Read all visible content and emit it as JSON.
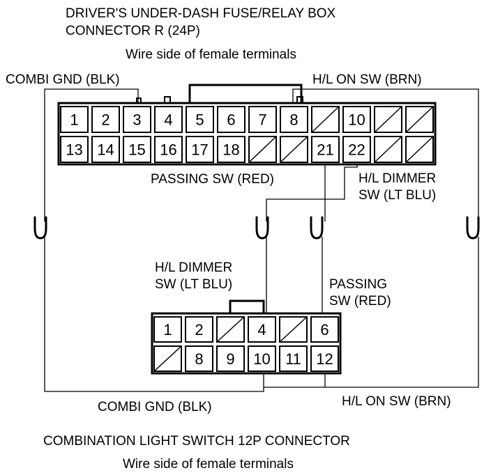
{
  "top_connector": {
    "title_line1": "DRIVER'S UNDER-DASH FUSE/RELAY BOX",
    "title_line2": "CONNECTOR R (24P)",
    "subtitle": "Wire side of female terminals",
    "row1": [
      "1",
      "2",
      "3",
      "4",
      "5",
      "6",
      "7",
      "8",
      "",
      "10",
      "",
      ""
    ],
    "row2": [
      "13",
      "14",
      "15",
      "16",
      "17",
      "18",
      "",
      "",
      "21",
      "22",
      "",
      ""
    ]
  },
  "bottom_connector": {
    "title": "COMBINATION LIGHT SWITCH 12P CONNECTOR",
    "subtitle": "Wire side of female terminals",
    "row1": [
      "1",
      "2",
      "",
      "4",
      "",
      "6"
    ],
    "row2": [
      "",
      "8",
      "9",
      "10",
      "11",
      "12"
    ]
  },
  "wire_labels": {
    "combi_gnd_top": "COMBI GND (BLK)",
    "hl_on_sw_top": "H/L ON SW (BRN)",
    "passing_sw_top": "PASSING SW (RED)",
    "hl_dimmer_top_1": "H/L DIMMER",
    "hl_dimmer_top_2": "SW (LT BLU)",
    "hl_dimmer_bottom_1": "H/L DIMMER",
    "hl_dimmer_bottom_2": "SW (LT BLU)",
    "passing_sw_bottom_1": "PASSING",
    "passing_sw_bottom_2": "SW (RED)",
    "combi_gnd_bottom": "COMBI GND (BLK)",
    "hl_on_sw_bottom": "H/L ON SW (BRN)"
  }
}
